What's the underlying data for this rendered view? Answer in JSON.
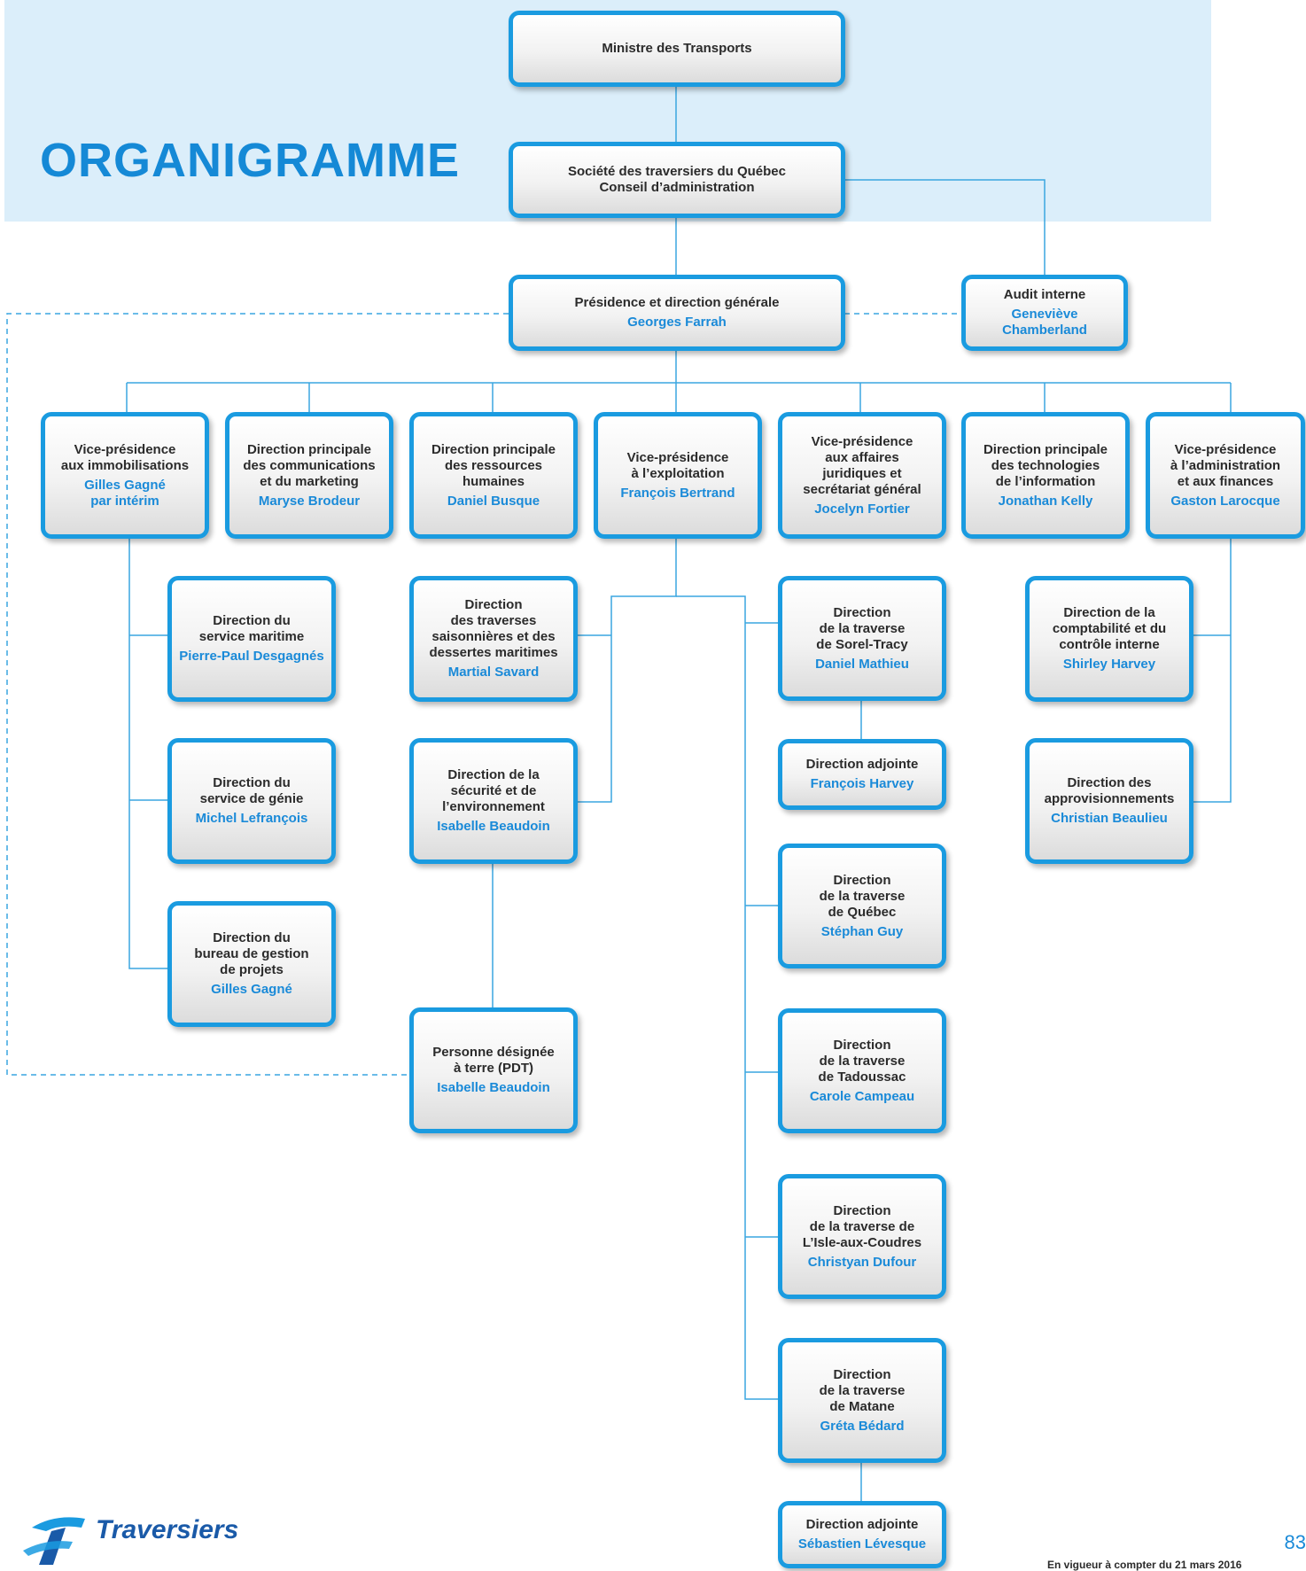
{
  "header": {
    "title": "ORGANIGRAMME"
  },
  "colors": {
    "accent": "#1a9be0",
    "name": "#1a8ad8",
    "banner": "#dbeefa",
    "line": "#3aa6e0"
  },
  "boxes": {
    "ministre": {
      "title": "Ministre des Transports"
    },
    "conseil": {
      "title": "Société des traversiers du Québec\nConseil d’administration"
    },
    "presidence": {
      "title": "Présidence et direction générale",
      "name": "Georges Farrah"
    },
    "audit": {
      "title": "Audit interne",
      "name": "Geneviève\nChamberland"
    },
    "vp_immo": {
      "title": "Vice-présidence\naux immobilisations",
      "name": "Gilles Gagné\npar intérim"
    },
    "dp_comm": {
      "title": "Direction principale\ndes communications\net du marketing",
      "name": "Maryse Brodeur"
    },
    "dp_rh": {
      "title": "Direction principale\ndes ressources\nhumaines",
      "name": "Daniel Busque"
    },
    "vp_expl": {
      "title": "Vice-présidence\nà l’exploitation",
      "name": "François Bertrand"
    },
    "vp_jur": {
      "title": "Vice-présidence\naux affaires\njuridiques et\nsecrétariat général",
      "name": "Jocelyn Fortier"
    },
    "dp_ti": {
      "title": "Direction principale\ndes technologies\nde l’information",
      "name": "Jonathan Kelly"
    },
    "vp_adm": {
      "title": "Vice-présidence\nà l’administration\net aux finances",
      "name": "Gaston Larocque"
    },
    "serv_mar": {
      "title": "Direction du\nservice maritime",
      "name": "Pierre-Paul Desgagnés"
    },
    "serv_gen": {
      "title": "Direction du\nservice de génie",
      "name": "Michel Lefrançois"
    },
    "bgp": {
      "title": "Direction du\nbureau de gestion\nde projets",
      "name": "Gilles Gagné"
    },
    "trav_sais": {
      "title": "Direction\ndes traverses\nsaisonnières et des\ndessertes maritimes",
      "name": "Martial Savard"
    },
    "secu": {
      "title": "Direction de la\nsécurité et de\nl’environnement",
      "name": "Isabelle Beaudoin"
    },
    "pdt": {
      "title": "Personne désignée\nà terre (PDT)",
      "name": "Isabelle Beaudoin"
    },
    "sorel": {
      "title": "Direction\nde la traverse\nde Sorel-Tracy",
      "name": "Daniel Mathieu"
    },
    "adj_sorel": {
      "title": "Direction adjointe",
      "name": "François Harvey"
    },
    "quebec": {
      "title": "Direction\nde la traverse\nde Québec",
      "name": "Stéphan Guy"
    },
    "tadou": {
      "title": "Direction\nde la traverse\nde Tadoussac",
      "name": "Carole Campeau"
    },
    "isle": {
      "title": "Direction\nde la traverse de\nL’Isle-aux-Coudres",
      "name": "Christyan Dufour"
    },
    "matane": {
      "title": "Direction\nde la traverse\nde Matane",
      "name": "Gréta Bédard"
    },
    "adj_matane": {
      "title": "Direction adjointe",
      "name": "Sébastien Lévesque"
    },
    "compta": {
      "title": "Direction de la\ncomptabilité et du\ncontrôle interne",
      "name": "Shirley Harvey"
    },
    "appro": {
      "title": "Direction des\napprovisionnements",
      "name": "Christian Beaulieu"
    }
  },
  "logo": {
    "text": "Traversiers",
    "icon": "stq-logo-icon"
  },
  "footer": {
    "page_number": "83",
    "effective_date": "En vigueur à compter du 21 mars 2016"
  }
}
